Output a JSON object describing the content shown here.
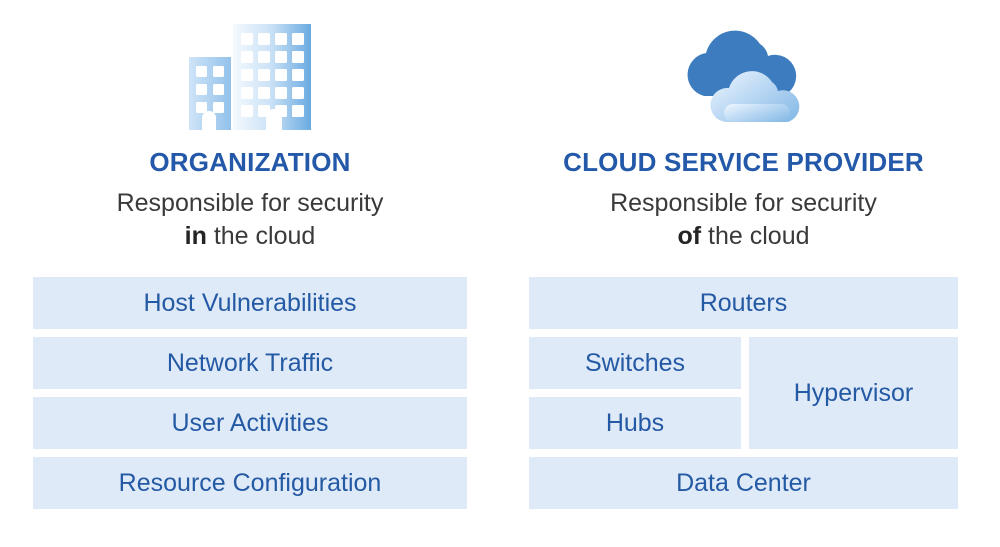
{
  "theme": {
    "page_background": "#ffffff",
    "heading_blue": "#2458a8",
    "bar_text_blue": "#2459a4",
    "bar_fill": "#dfeaf8",
    "subtitle_gray": "#3a3a3a",
    "icon_blue_dark": "#3d7cbe",
    "icon_blue_light": "#bcd9f4"
  },
  "columns": [
    {
      "id": "organization",
      "icon": "office-buildings-icon",
      "title": "ORGANIZATION",
      "subtitle_line1": "Responsible for security",
      "subtitle_emphasis": "in",
      "subtitle_line2_rest": " the cloud",
      "items": [
        {
          "label": "Host Vulnerabilities"
        },
        {
          "label": "Network Traffic"
        },
        {
          "label": "User Activities"
        },
        {
          "label": "Resource Configuration"
        }
      ]
    },
    {
      "id": "cloud-service-provider",
      "icon": "clouds-icon",
      "title": "CLOUD SERVICE PROVIDER",
      "subtitle_line1": "Responsible for security",
      "subtitle_emphasis": "of",
      "subtitle_line2_rest": " the cloud",
      "items": [
        {
          "label": "Routers"
        },
        {
          "label": "Switches"
        },
        {
          "label": "Hubs"
        },
        {
          "label": "Hypervisor"
        },
        {
          "label": "Data Center"
        }
      ]
    }
  ]
}
